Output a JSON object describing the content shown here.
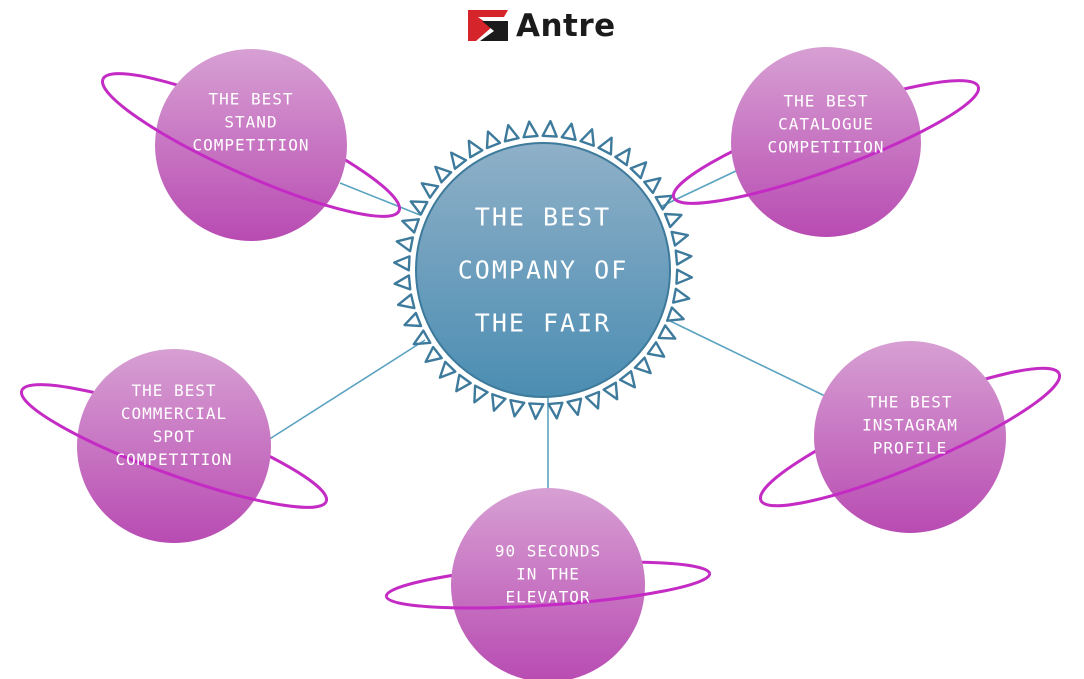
{
  "header": {
    "brand_name": "Antre",
    "logo_icon": "antre-logo-icon"
  },
  "colors": {
    "brand_red": "#d6252a",
    "brand_dark": "#1b1b1b",
    "planet_top": "#d7a0d3",
    "planet_bottom": "#b84bb2",
    "ring": "#c42bc4",
    "sun_top": "#8fb0c8",
    "sun_bottom": "#4b8db2",
    "spikes": "#3d7a9c",
    "connector": "#5aa2bf"
  },
  "center": {
    "label": "THE BEST\nCOMPANY OF\nTHE FAIR"
  },
  "planets": [
    {
      "id": "stand",
      "label": "THE BEST\nSTAND\nCOMPETITION"
    },
    {
      "id": "catalogue",
      "label": "THE BEST\nCATALOGUE\nCOMPETITION"
    },
    {
      "id": "commercial",
      "label": "THE BEST\nCOMMERCIAL\nSPOT\nCOMPETITION"
    },
    {
      "id": "instagram",
      "label": "THE BEST\nINSTAGRAM\nPROFILE"
    },
    {
      "id": "elevator",
      "label": "90 SECONDS\nIN THE\nELEVATOR"
    }
  ]
}
